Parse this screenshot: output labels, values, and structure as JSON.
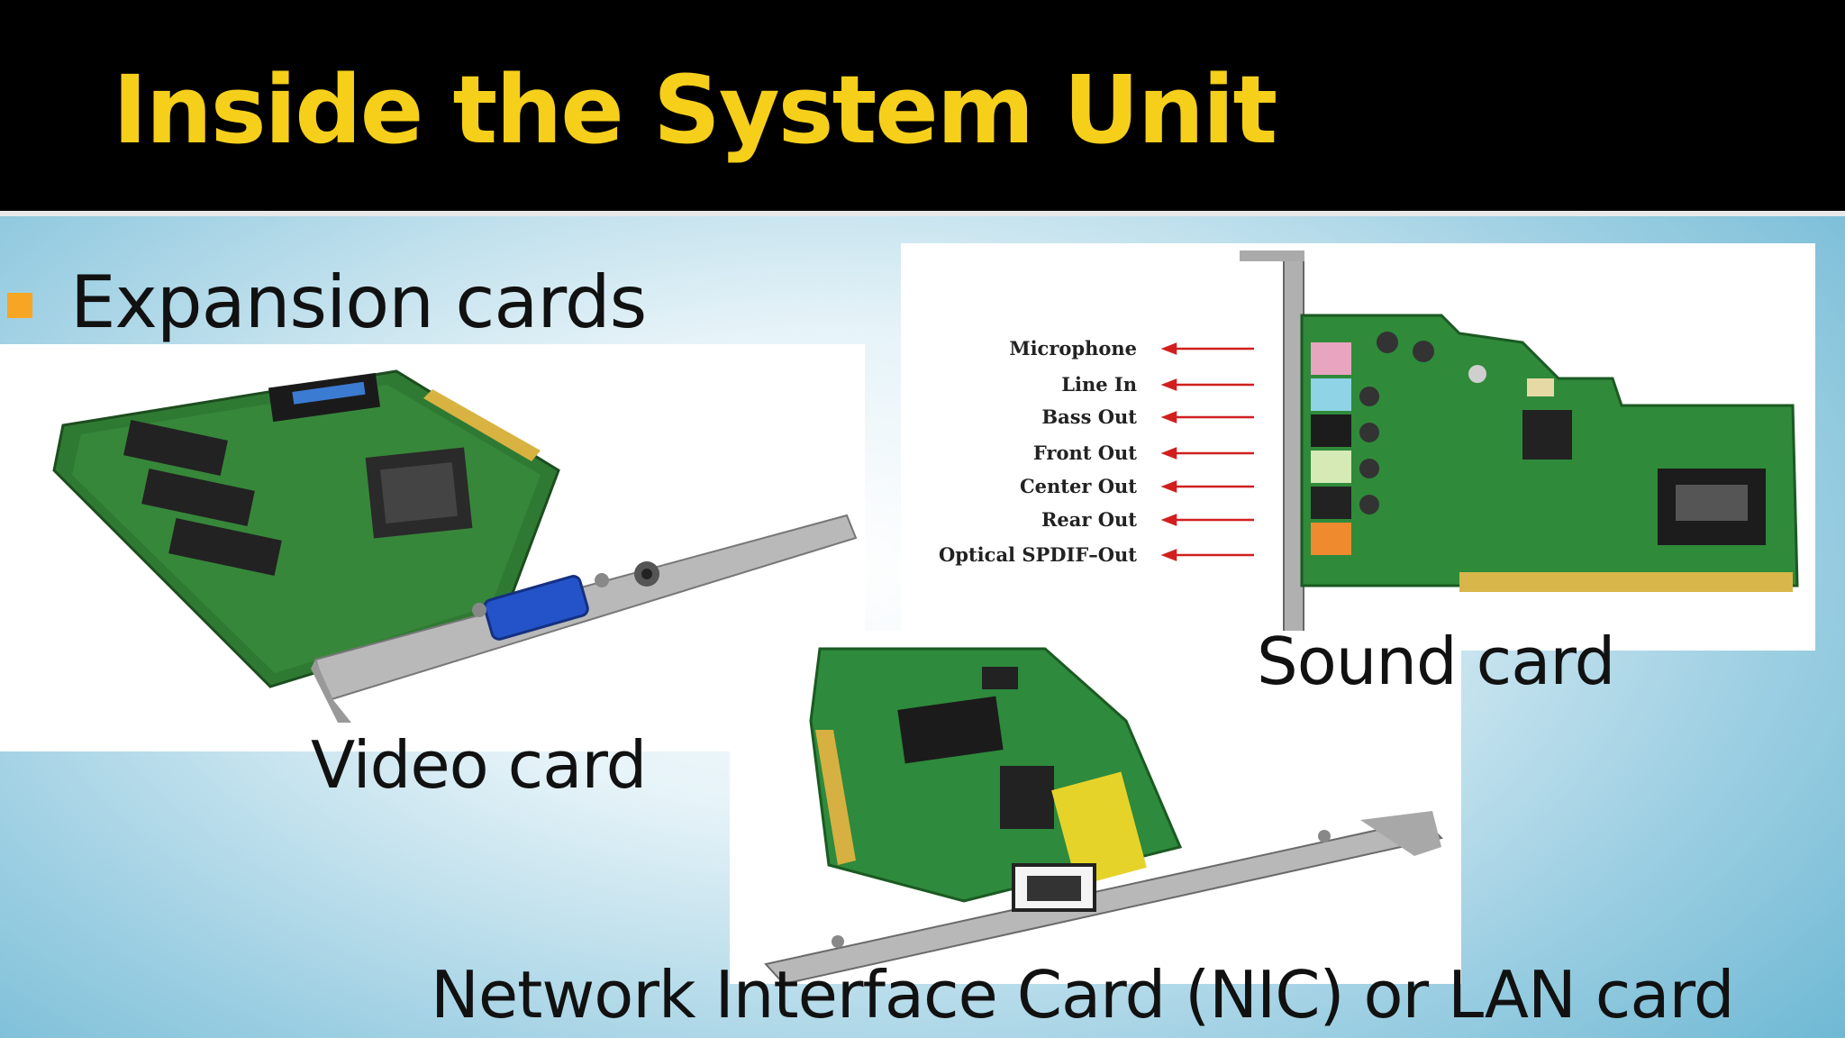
{
  "slide": {
    "title": "Inside the System Unit",
    "bullet": "Expansion cards",
    "captions": {
      "video": "Video card",
      "sound": "Sound card",
      "nic": "Network Interface Card (NIC) or LAN card"
    },
    "sound_card_jacks": [
      "Microphone",
      "Line In",
      "Bass Out",
      "Front Out",
      "Center Out",
      "Rear Out",
      "Optical SPDIF–Out"
    ],
    "colors": {
      "title": "#f5cf1a",
      "bullet": "#f6a623",
      "board": "#2f8a3a",
      "arrow": "#d11f1f"
    }
  }
}
